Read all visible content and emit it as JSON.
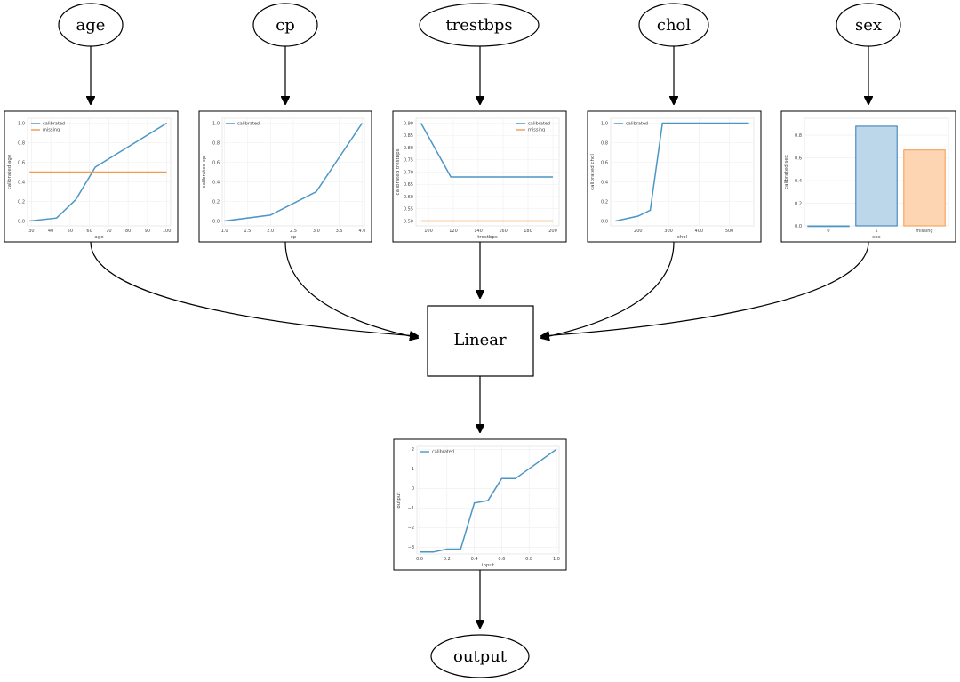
{
  "nodes": {
    "age": "age",
    "cp": "cp",
    "trestbps": "trestbps",
    "chol": "chol",
    "sex": "sex",
    "linear": "Linear",
    "output": "output"
  },
  "legend": {
    "calibrated": "calibrated",
    "missing": "missing"
  },
  "colors": {
    "calibrated": "#4a96c4",
    "missing": "#f39a4c",
    "bar_blue_fill": "#bcd6ea",
    "bar_orange_fill": "#fdd5b2"
  },
  "chart_data": [
    {
      "id": "age",
      "type": "line",
      "xlabel": "age",
      "ylabel": "calibrated age",
      "xlim": [
        28,
        102
      ],
      "ylim": [
        -0.05,
        1.05
      ],
      "xticks": [
        30,
        40,
        50,
        60,
        70,
        80,
        90,
        100
      ],
      "yticks": [
        0.0,
        0.2,
        0.4,
        0.6,
        0.8,
        1.0
      ],
      "series": [
        {
          "name": "calibrated",
          "x": [
            29,
            43,
            53,
            63,
            100
          ],
          "y": [
            0.0,
            0.03,
            0.22,
            0.55,
            1.0
          ]
        },
        {
          "name": "missing",
          "x": [
            29,
            100
          ],
          "y": [
            0.5,
            0.5
          ]
        }
      ]
    },
    {
      "id": "cp",
      "type": "line",
      "xlabel": "cp",
      "ylabel": "calibrated cp",
      "xlim": [
        0.95,
        4.05
      ],
      "ylim": [
        -0.05,
        1.05
      ],
      "xticks": [
        1.0,
        1.5,
        2.0,
        2.5,
        3.0,
        3.5,
        4.0
      ],
      "yticks": [
        0.0,
        0.2,
        0.4,
        0.6,
        0.8,
        1.0
      ],
      "series": [
        {
          "name": "calibrated",
          "x": [
            1.0,
            2.0,
            3.0,
            4.0
          ],
          "y": [
            0.0,
            0.06,
            0.3,
            1.0
          ]
        }
      ]
    },
    {
      "id": "trestbps",
      "type": "line",
      "xlabel": "trestbps",
      "ylabel": "calibrated trestbps",
      "xlim": [
        90,
        205
      ],
      "ylim": [
        0.48,
        0.92
      ],
      "xticks": [
        100,
        120,
        140,
        160,
        180,
        200
      ],
      "yticks": [
        0.5,
        0.55,
        0.6,
        0.65,
        0.7,
        0.75,
        0.8,
        0.85,
        0.9
      ],
      "series": [
        {
          "name": "calibrated",
          "x": [
            94,
            118,
            200
          ],
          "y": [
            0.9,
            0.68,
            0.68
          ]
        },
        {
          "name": "missing",
          "x": [
            94,
            200
          ],
          "y": [
            0.5,
            0.5
          ]
        }
      ]
    },
    {
      "id": "chol",
      "type": "line",
      "xlabel": "chol",
      "ylabel": "calibrated chol",
      "xlim": [
        110,
        580
      ],
      "ylim": [
        -0.05,
        1.05
      ],
      "xticks": [
        200,
        300,
        400,
        500
      ],
      "yticks": [
        0.0,
        0.2,
        0.4,
        0.6,
        0.8,
        1.0
      ],
      "series": [
        {
          "name": "calibrated",
          "x": [
            126,
            200,
            240,
            280,
            564
          ],
          "y": [
            0.0,
            0.05,
            0.11,
            1.0,
            1.0
          ]
        }
      ]
    },
    {
      "id": "sex",
      "type": "bar",
      "xlabel": "sex",
      "ylabel": "calibrated sex",
      "categories": [
        "0",
        "1",
        "missing"
      ],
      "values": [
        0.0,
        0.88,
        0.67
      ],
      "ylim": [
        0,
        0.95
      ],
      "yticks": [
        0.0,
        0.2,
        0.4,
        0.6,
        0.8
      ]
    },
    {
      "id": "output",
      "type": "line",
      "xlabel": "input",
      "ylabel": "output",
      "xlim": [
        -0.02,
        1.02
      ],
      "ylim": [
        -3.35,
        2.15
      ],
      "xticks": [
        0.0,
        0.2,
        0.4,
        0.6,
        0.8,
        1.0
      ],
      "yticks": [
        -3,
        -2,
        -1,
        0,
        1,
        2
      ],
      "series": [
        {
          "name": "calibrated",
          "x": [
            0.0,
            0.1,
            0.2,
            0.3,
            0.4,
            0.5,
            0.6,
            0.7,
            0.8,
            1.0
          ],
          "y": [
            -3.25,
            -3.25,
            -3.1,
            -3.1,
            -0.75,
            -0.62,
            0.5,
            0.5,
            1.0,
            2.0
          ]
        }
      ]
    }
  ]
}
